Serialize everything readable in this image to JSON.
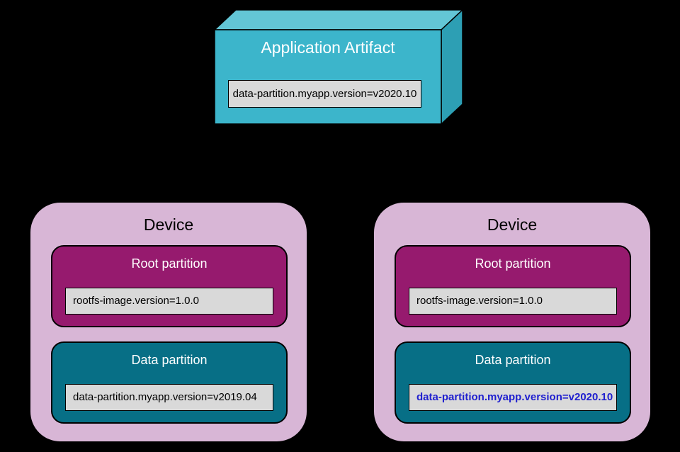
{
  "colors": {
    "background": "#000000",
    "artifact_front": "#3cb5cb",
    "artifact_top": "#63c6d6",
    "artifact_side": "#2d9fb4",
    "device_bg": "#d8b6d6",
    "root_partition_bg": "#961a6e",
    "data_partition_bg": "#076f86",
    "label_bg": "#d9d9d9",
    "highlight_text": "#2020cf"
  },
  "artifact": {
    "title": "Application Artifact",
    "label": "data-partition.myapp.version=v2020.10"
  },
  "devices": [
    {
      "title": "Device",
      "root_partition": {
        "title": "Root partition",
        "label": "rootfs-image.version=1.0.0",
        "highlight": false
      },
      "data_partition": {
        "title": "Data partition",
        "label": "data-partition.myapp.version=v2019.04",
        "highlight": false
      }
    },
    {
      "title": "Device",
      "root_partition": {
        "title": "Root partition",
        "label": "rootfs-image.version=1.0.0",
        "highlight": false
      },
      "data_partition": {
        "title": "Data partition",
        "label": "data-partition.myapp.version=v2020.10",
        "highlight": true
      }
    }
  ]
}
